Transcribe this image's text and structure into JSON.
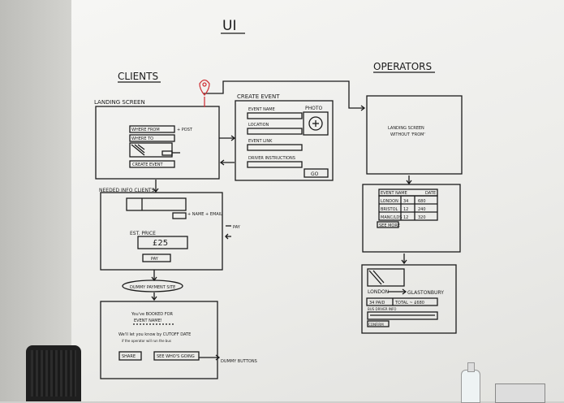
{
  "board": {
    "title": "UI",
    "clients_heading": "CLIENTS",
    "operators_heading": "OPERATORS",
    "landing_screen_label": "LANDING SCREEN",
    "landing_from": "WHERE FROM",
    "landing_to": "WHERE TO",
    "landing_post": "+ POST",
    "landing_create_event": "CREATE EVENT",
    "create_event_label": "CREATE EVENT",
    "event_name": "EVENT NAME",
    "photo": "PHOTO",
    "location": "LOCATION",
    "event_link": "EVENT LINK",
    "driver_instructions": "DRIVER INSTRUCTIONS",
    "go": "GO",
    "needed_info_label": "NEEDED INFO CLIENTS",
    "name_email": "+ NAME\n+ EMAIL",
    "est_price": "EST. PRICE",
    "price_value": "£25",
    "pay": "PAY",
    "pay_annotation": "PAY",
    "dummy_payment": "DUMMY PAYMENT SITE",
    "booked_line1": "You've BOOKED FOR",
    "booked_line2": "EVENT NAME!",
    "booked_line3": "We'll let you know by CUTOFF DATE",
    "booked_line4": "if the operator will run the bus",
    "share": "SHARE",
    "see_who_going": "SEE WHO'S GOING",
    "dummy_buttons": "DUMMY BUTTONS",
    "op_landing_line1": "LANDING SCREEN",
    "op_landing_line2": "WITHOUT 'FROM'",
    "event_name_hdr": "EVENT NAME",
    "date_hdr": "DATE",
    "table_rows": [
      {
        "city": "LONDON",
        "n": "34",
        "price": "680"
      },
      {
        "city": "BRISTOL",
        "n": "12",
        "price": "240"
      },
      {
        "city": "MANC/LDS",
        "n": "12",
        "price": "320"
      }
    ],
    "see_more": "SEE MORE",
    "route_from": "LONDON",
    "route_to": "GLASTONBURY",
    "paid": "34 PAID",
    "total": "TOTAL ~ £680",
    "bus_driver_info": "BUS DRIVER INFO",
    "confirm": "CONFIRM"
  }
}
